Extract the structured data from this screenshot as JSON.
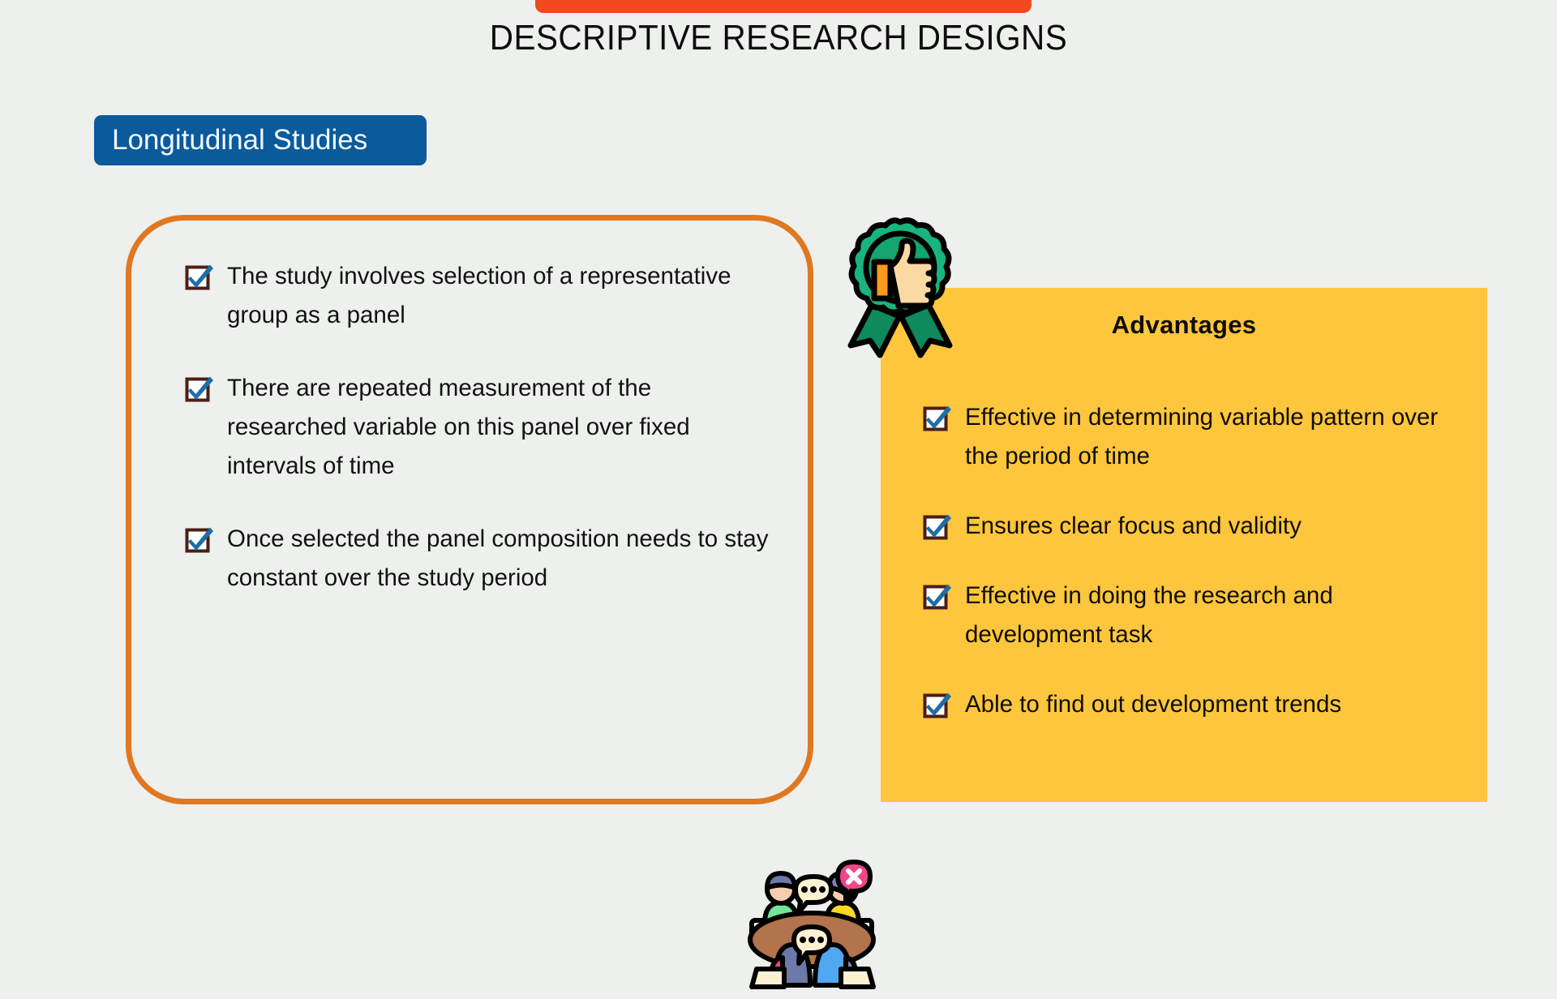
{
  "colors": {
    "background": "#eef0ee",
    "accent_orange": "#f4481f",
    "card_border_orange": "#e07822",
    "tag_blue": "#0a5a9c",
    "panel_yellow": "#fdc63c",
    "check_blue": "#1e6ea5",
    "check_border_brown": "#4a1f16",
    "ribbon_green": "#18b57f",
    "ribbon_green_dark": "#0e8a5c",
    "text_dark": "#121212"
  },
  "header": {
    "accent_bar": "top-accent-bar",
    "title": "DESCRIPTIVE RESEARCH DESIGNS"
  },
  "section_tag": {
    "label": "Longitudinal Studies"
  },
  "left_card": {
    "icons": {
      "checkbox": "checkbox-checked-icon",
      "illustration": "meeting-discussion-icon"
    },
    "bullets": [
      "The study involves selection of a representative group as a panel",
      "There are repeated measurement of the researched variable on this panel over fixed intervals of time",
      "Once selected the panel composition needs to stay constant over the study period"
    ]
  },
  "advantages_panel": {
    "title": "Advantages",
    "icons": {
      "badge": "award-ribbon-thumbs-up-icon",
      "checkbox": "checkbox-checked-icon"
    },
    "bullets": [
      "Effective in determining variable pattern over the period of time",
      "Ensures clear focus and validity",
      "Effective in doing the research and development task",
      "Able to find out development trends"
    ]
  }
}
